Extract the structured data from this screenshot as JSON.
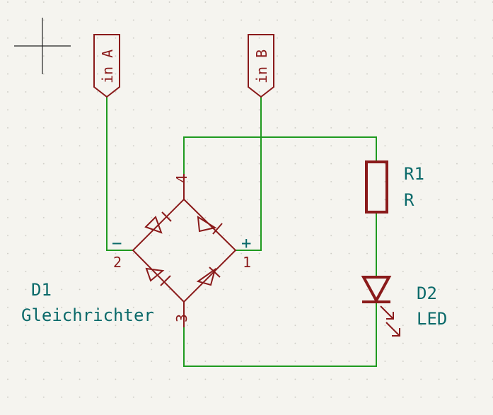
{
  "labels": {
    "in_a": "in A",
    "in_b": "in B"
  },
  "rectifier": {
    "ref": "D1",
    "value": "Gleichrichter",
    "pins": {
      "p1": "1",
      "p2": "2",
      "p3": "3",
      "p4": "4"
    },
    "plus": "+",
    "minus": "−"
  },
  "resistor": {
    "ref": "R1",
    "value": "R"
  },
  "led": {
    "ref": "D2",
    "value": "LED"
  },
  "colors": {
    "wire": "#1f9a1f",
    "symbol": "#8a1a1a",
    "reference_text": "#0b6a6a",
    "background": "#f5f4ef",
    "grid_dot": "#c8c6bf"
  }
}
